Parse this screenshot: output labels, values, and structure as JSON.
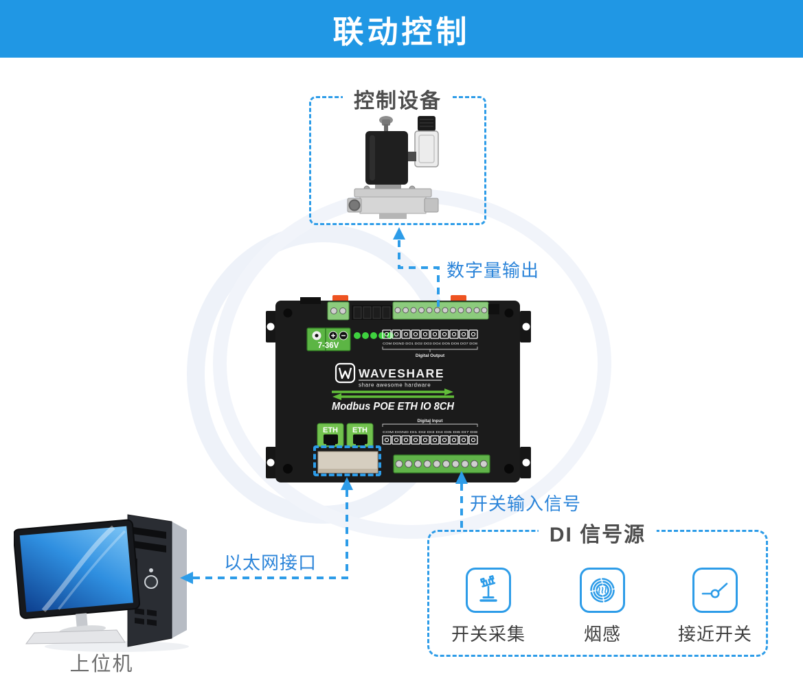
{
  "header": {
    "title": "联动控制"
  },
  "control_device": {
    "title": "控制设备"
  },
  "labels": {
    "digital_output": "数字量输出",
    "ethernet": "以太网接口",
    "switch_input": "开关输入信号"
  },
  "device": {
    "brand": "WAVESHARE",
    "tagline": "share awesome hardware",
    "model": "Modbus POE ETH IO 8CH",
    "power": "7-36V",
    "eth_port": "ETH",
    "digital_output_title": "Digital Output",
    "digital_output_pins": "COM DGND DO1 DO2 DO3 DO4 DO5 DO6 DO7 DO8",
    "digital_input_title": "Digital Input",
    "digital_input_pins": "COM DGND DI1 DI2 DI3 DI4 DI5 DI6 DI7 DI8"
  },
  "host": {
    "label": "上位机"
  },
  "di_sources": {
    "title": "DI 信号源",
    "items": [
      {
        "label": "开关采集",
        "icon": "knife-switch-icon"
      },
      {
        "label": "烟感",
        "icon": "smoke-detector-icon"
      },
      {
        "label": "接近开关",
        "icon": "proximity-switch-icon"
      }
    ]
  },
  "colors": {
    "accent": "#2d9ce8",
    "label-blue": "#2b84d9",
    "header-bg": "#2097e4",
    "title-gray": "#4d4d4d",
    "brand-green": "#62bd3a",
    "terminal-green": "#8ccb7d",
    "power-green": "#5cb544",
    "eth-green": "#72c24e",
    "orange": "#ee5321",
    "device-black": "#1b1b1b",
    "beige": "#d6cec0"
  }
}
